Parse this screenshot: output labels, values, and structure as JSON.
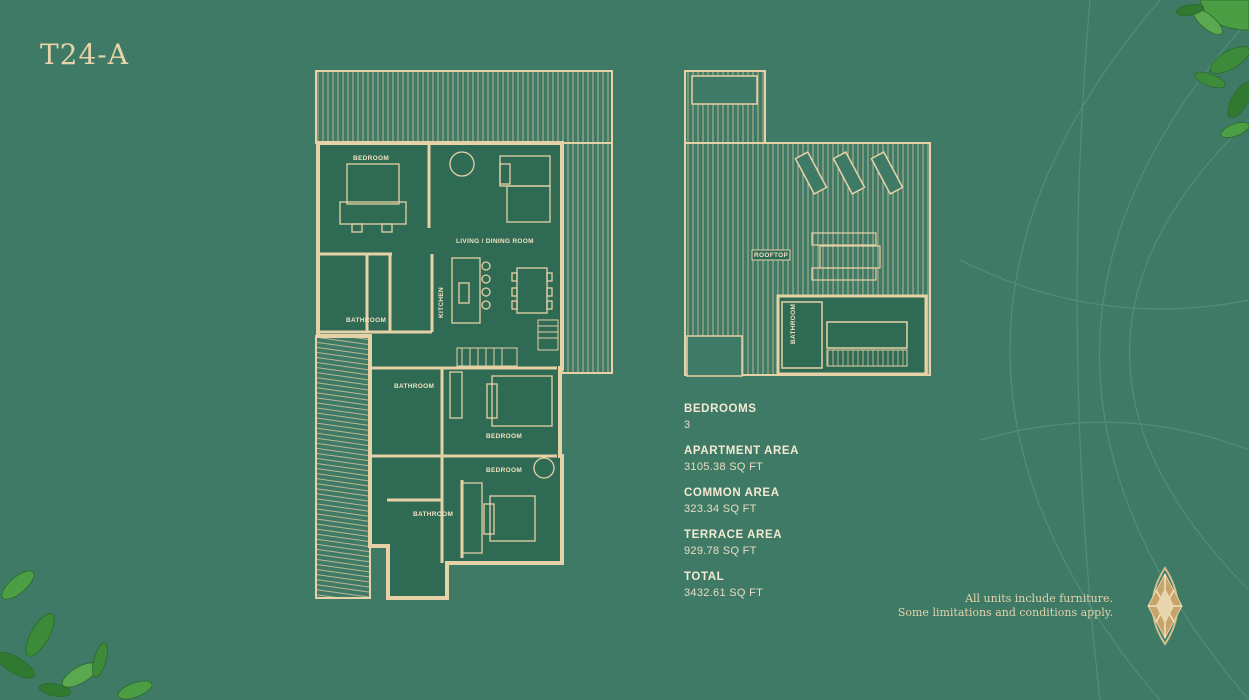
{
  "unit": {
    "title": "T24-A"
  },
  "floor_plan": {
    "rooms": {
      "bedroom_1": "BEDROOM",
      "living": "LIVING / DINING ROOM",
      "kitchen": "KITCHEN",
      "bathroom_1": "BATHROOM",
      "bathroom_2": "BATHROOM",
      "bedroom_2": "BEDROOM",
      "bedroom_3": "BEDROOM",
      "bathroom_3": "BATHROOM"
    }
  },
  "roof_plan": {
    "rooms": {
      "rooftop": "ROOFTOP",
      "bathroom": "BATHROOM"
    }
  },
  "specs": [
    {
      "label": "BEDROOMS",
      "value": "3"
    },
    {
      "label": "APARTMENT AREA",
      "value": "3105.38 SQ FT"
    },
    {
      "label": "COMMON AREA",
      "value": "323.34 SQ FT"
    },
    {
      "label": "TERRACE AREA",
      "value": "929.78 SQ FT"
    },
    {
      "label": "TOTAL",
      "value": "3432.61 SQ FT"
    }
  ],
  "disclaimer": {
    "line1": "All units include furniture.",
    "line2": "Some limitations and conditions apply."
  },
  "colors": {
    "background": "#3f7a66",
    "line": "#e6d2a6",
    "room": "#2f6a54",
    "leaf": "#3d8a3a"
  }
}
